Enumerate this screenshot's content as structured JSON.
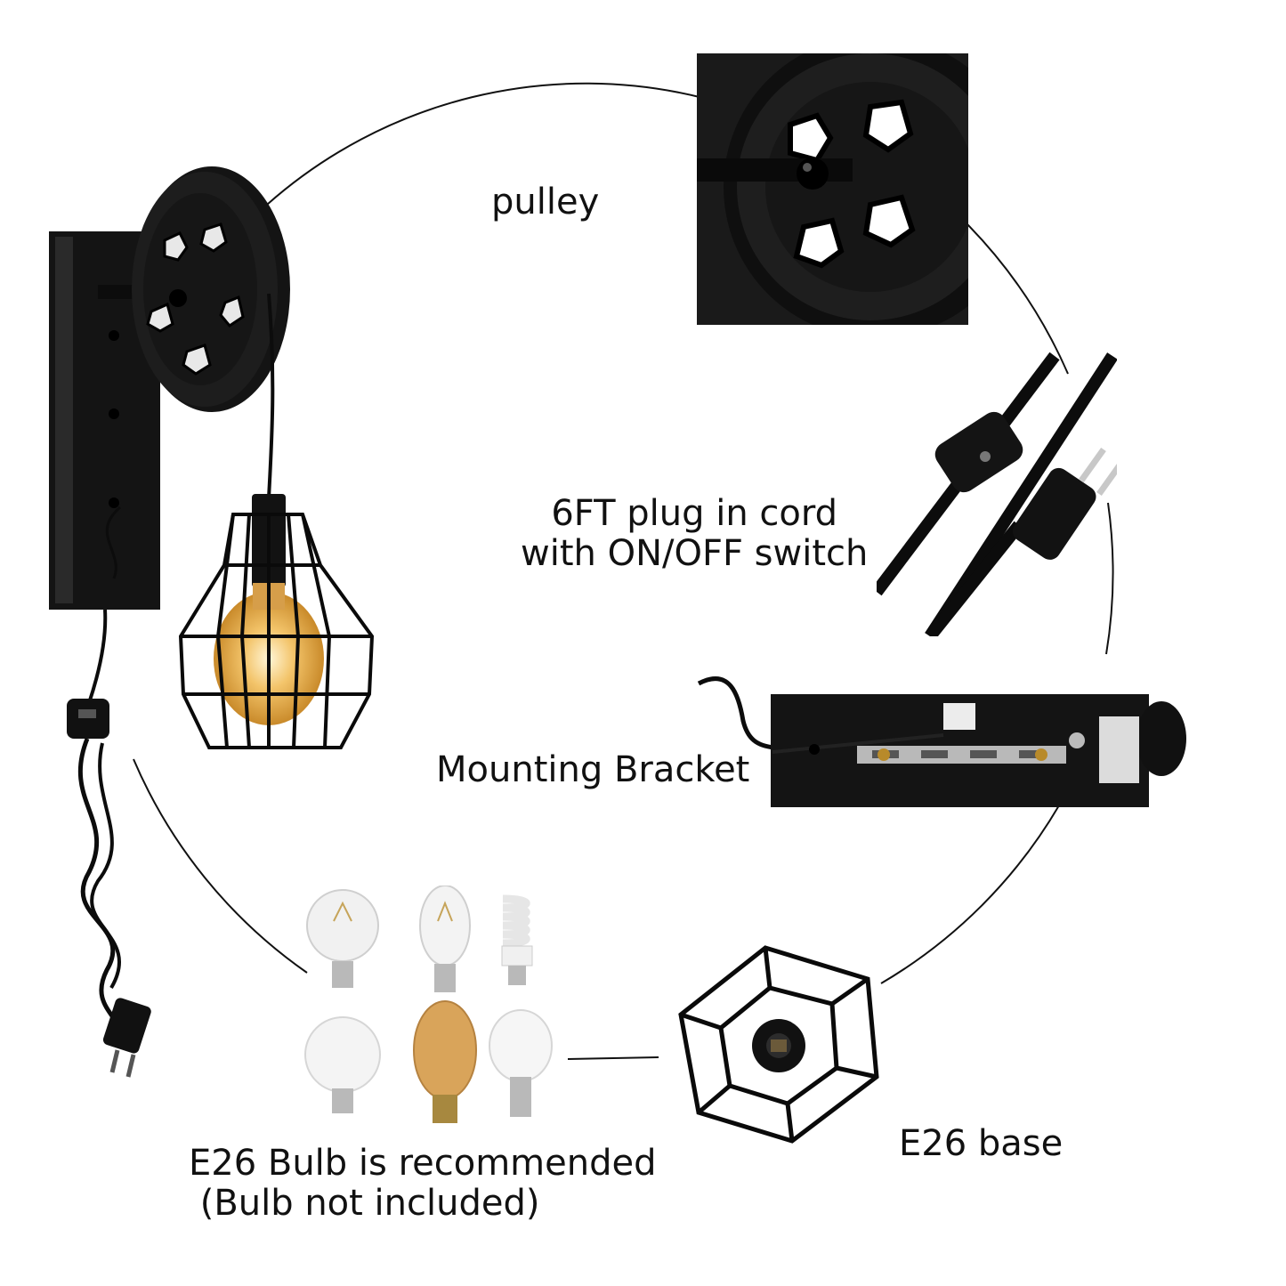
{
  "labels": {
    "pulley": "pulley",
    "cord_line1": "6FT plug in cord",
    "cord_line2": "with ON/OFF switch",
    "bracket": "Mounting Bracket",
    "base": "E26 base",
    "bulb_line1": "E26 Bulb is recommended",
    "bulb_line2": " (Bulb not included)"
  },
  "colors": {
    "background": "#ffffff",
    "metal": "#111111",
    "bulb_glow": "#f3c46a",
    "label": "#111111"
  },
  "icons": {
    "lamp": "wall-sconce-pulley-lamp",
    "pulley_closeup": "pulley-wheel-closeup",
    "cord_closeup": "plug-cord-switch-closeup",
    "bracket_closeup": "mounting-bracket-closeup",
    "cage_closeup": "hexagon-cage-base-closeup",
    "bulbs": "compatible-bulbs-group"
  }
}
